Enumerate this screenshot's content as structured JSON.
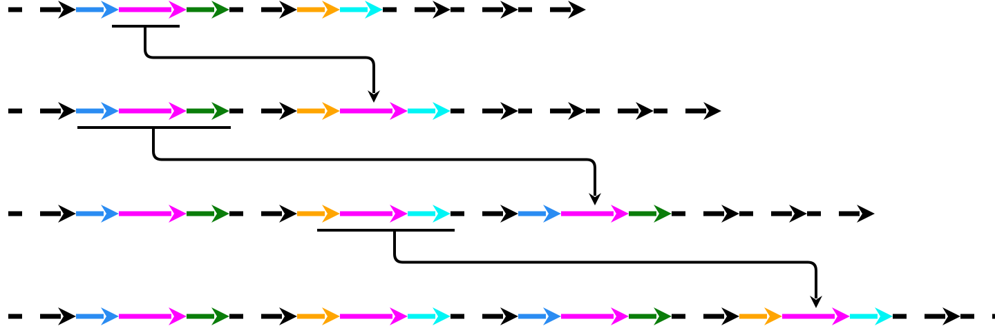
{
  "colors": {
    "black": "#000000",
    "blue": "#2a8cf2",
    "magenta": "#ff00ff",
    "green": "#0a7d0a",
    "orange": "#ffa500",
    "cyan": "#00f5f5"
  },
  "rows": [
    {
      "segments": [
        [
          "black",
          "dash",
          "dash"
        ],
        [
          "blue",
          "arrow"
        ],
        [
          "magenta",
          "long"
        ],
        [
          "green",
          "arrow"
        ],
        [
          "black",
          "dash",
          "dash"
        ],
        [
          "orange",
          "arrow"
        ],
        [
          "cyan",
          "arrow"
        ],
        [
          "black",
          "dash",
          "dash"
        ],
        [
          "black",
          "dash",
          "dash"
        ],
        [
          "black",
          "dash",
          "dash"
        ]
      ]
    },
    {
      "segments": [
        [
          "black",
          "dash",
          "dash"
        ],
        [
          "blue",
          "arrow"
        ],
        [
          "magenta",
          "long"
        ],
        [
          "green",
          "arrow"
        ],
        [
          "black",
          "dash",
          "dash"
        ],
        [
          "orange",
          "arrow"
        ],
        [
          "magenta",
          "long"
        ],
        [
          "cyan",
          "arrow"
        ],
        [
          "black",
          "dash",
          "dash"
        ],
        [
          "black",
          "dash",
          "dash"
        ],
        [
          "black",
          "dash",
          "dash"
        ],
        [
          "black",
          "dash",
          "dash"
        ]
      ]
    },
    {
      "segments": [
        [
          "black",
          "dash",
          "dash"
        ],
        [
          "blue",
          "arrow"
        ],
        [
          "magenta",
          "long"
        ],
        [
          "green",
          "arrow"
        ],
        [
          "black",
          "dash",
          "dash"
        ],
        [
          "orange",
          "arrow"
        ],
        [
          "magenta",
          "long"
        ],
        [
          "cyan",
          "arrow"
        ],
        [
          "black",
          "dash",
          "dash"
        ],
        [
          "blue",
          "arrow"
        ],
        [
          "magenta",
          "long"
        ],
        [
          "green",
          "arrow"
        ],
        [
          "black",
          "dash",
          "dash"
        ],
        [
          "black",
          "dash",
          "dash"
        ],
        [
          "black",
          "dash",
          "dash"
        ]
      ]
    },
    {
      "segments": [
        [
          "black",
          "dash",
          "dash"
        ],
        [
          "blue",
          "arrow"
        ],
        [
          "magenta",
          "long"
        ],
        [
          "green",
          "arrow"
        ],
        [
          "black",
          "dash",
          "dash"
        ],
        [
          "orange",
          "arrow"
        ],
        [
          "magenta",
          "long"
        ],
        [
          "cyan",
          "arrow"
        ],
        [
          "black",
          "dash",
          "dash"
        ],
        [
          "blue",
          "arrow"
        ],
        [
          "magenta",
          "long"
        ],
        [
          "green",
          "arrow"
        ],
        [
          "black",
          "dash",
          "dash"
        ],
        [
          "orange",
          "arrow"
        ],
        [
          "magenta",
          "long"
        ],
        [
          "cyan",
          "arrow"
        ],
        [
          "black",
          "dash",
          "dash"
        ],
        [
          "black",
          "dash",
          "dash"
        ]
      ]
    }
  ],
  "insertions": [
    {
      "from_row": 0,
      "to_row": 1,
      "copied_segments": [
        "magenta"
      ]
    },
    {
      "from_row": 1,
      "to_row": 2,
      "copied_segments": [
        "blue",
        "magenta",
        "green"
      ]
    },
    {
      "from_row": 2,
      "to_row": 3,
      "copied_segments": [
        "orange",
        "magenta",
        "cyan"
      ]
    }
  ]
}
